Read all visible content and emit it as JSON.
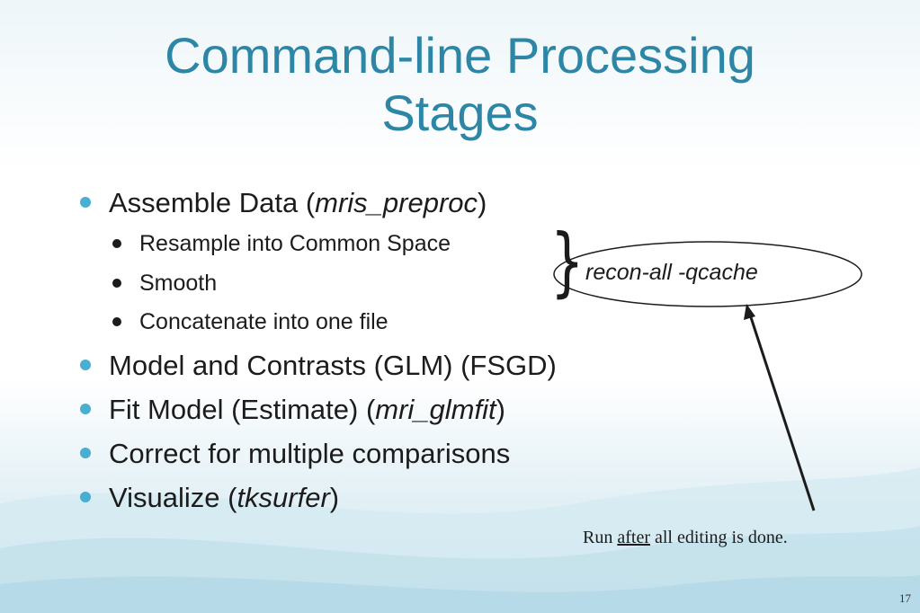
{
  "slide": {
    "title_line1": "Command-line Processing",
    "title_line2": "Stages",
    "colors": {
      "title": "#2e86a6",
      "bullet": "#4aaed3",
      "text": "#1c1c1c"
    }
  },
  "bullets": [
    {
      "pre": "Assemble Data (",
      "em": "mris_preproc",
      "post": ")"
    },
    {
      "text": "Resample into Common Space"
    },
    {
      "text": "Smooth"
    },
    {
      "text": "Concatenate into one file"
    },
    {
      "text": "Model and Contrasts (GLM) (FSGD)"
    },
    {
      "pre": "Fit Model (Estimate) (",
      "em": "mri_glmfit",
      "post": ")"
    },
    {
      "text": "Correct for multiple comparisons"
    },
    {
      "pre": "Visualize (",
      "em": "tksurfer",
      "post": ")"
    }
  ],
  "annotation": {
    "brace": "}",
    "label": "recon-all -qcache",
    "note_pre": "Run ",
    "note_em": "after",
    "note_post": " all editing is done."
  },
  "page_number": "17"
}
